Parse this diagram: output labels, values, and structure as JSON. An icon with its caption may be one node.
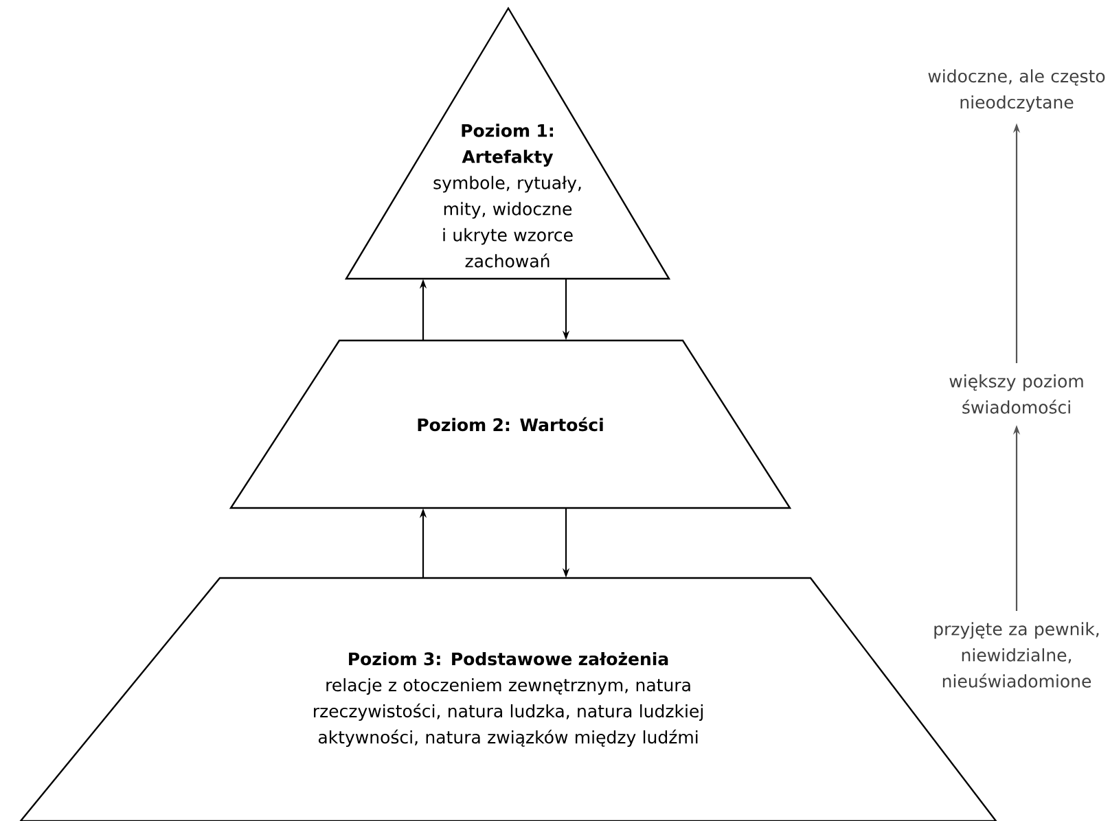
{
  "diagram": {
    "nodes": [
      {
        "text": [
          "Poziom 1: Artefakty",
          "symbole, rytuały, mity, widoczne i ukryte wzorce zachowań"
        ]
      },
      {
        "text": [
          "Poziom 2: Wartości"
        ]
      },
      {
        "text": [
          "Poziom 3: Podstawowe założenia",
          "relacje z otoczeniem zewnętrznym, natura rzeczywistości, natura ludzka, natura ludzkiej aktywności, natura związków między ludźmi"
        ]
      },
      {
        "text": [
          "widoczne, ale często nieodczytane"
        ]
      },
      {
        "text": [
          "większy poziom świadomości"
        ]
      },
      {
        "text": [
          "przyjęte za pewnik, niewidzialne, nieuświadomione"
        ]
      }
    ],
    "edges": [
      {
        "from": 1,
        "to": 0,
        "arrow": "to"
      },
      {
        "from": 0,
        "to": 1,
        "arrow": "to"
      },
      {
        "from": 2,
        "to": 1,
        "arrow": "to"
      },
      {
        "from": 1,
        "to": 2,
        "arrow": "to"
      },
      {
        "from": 5,
        "to": 4,
        "arrow": "to",
        "color": "#555555"
      },
      {
        "from": 4,
        "to": 3,
        "arrow": "to",
        "color": "#555555"
      }
    ]
  }
}
